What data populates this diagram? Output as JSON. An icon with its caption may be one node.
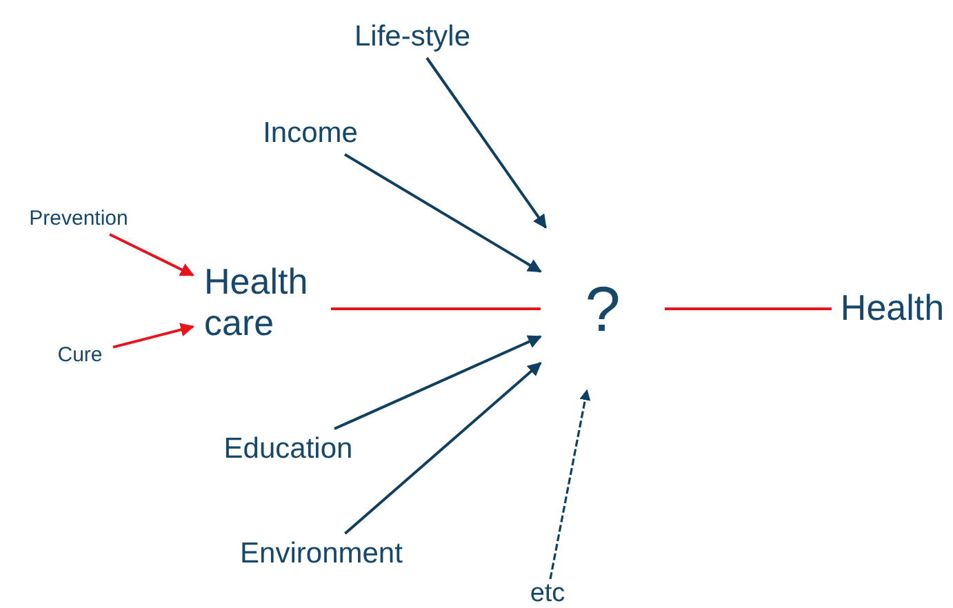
{
  "diagram": {
    "nodes": [
      {
        "text": [
          "Life-style"
        ]
      },
      {
        "text": [
          "Income"
        ]
      },
      {
        "text": [
          "Prevention"
        ]
      },
      {
        "text": [
          "Health care"
        ]
      },
      {
        "text": [
          "?"
        ]
      },
      {
        "text": [
          "Health"
        ]
      },
      {
        "text": [
          "Cure"
        ]
      },
      {
        "text": [
          "Education"
        ]
      },
      {
        "text": [
          "Environment"
        ]
      },
      {
        "text": [
          "etc"
        ]
      }
    ],
    "edges": [
      {
        "from": 0,
        "to": 4,
        "arrow": "to"
      },
      {
        "from": 1,
        "to": 4,
        "arrow": "to"
      },
      {
        "from": 2,
        "to": 3,
        "arrow": "to",
        "color": "#e8141b"
      },
      {
        "from": 6,
        "to": 3,
        "arrow": "to",
        "color": "#e8141b"
      },
      {
        "from": 3,
        "to": 4,
        "arrow": "none",
        "color": "#e8141b"
      },
      {
        "from": 4,
        "to": 5,
        "arrow": "none",
        "color": "#e8141b"
      },
      {
        "from": 7,
        "to": 4,
        "arrow": "to"
      },
      {
        "from": 8,
        "to": 4,
        "arrow": "to"
      },
      {
        "from": 9,
        "to": 4,
        "arrow": "to",
        "style": "dashed"
      }
    ]
  }
}
